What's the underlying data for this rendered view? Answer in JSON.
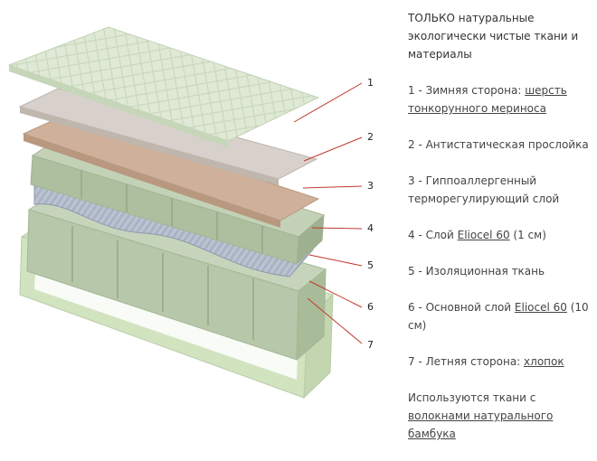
{
  "colors": {
    "text": "#444444",
    "leader": "#c0392b",
    "quilt": "#dde8d2",
    "layer_wool": "#d9d2cc",
    "layer_antistatic": "#c8ae99",
    "foam": "#bccbb2",
    "insulation": "#b4bccb",
    "cotton": "#d6e5c6"
  },
  "callouts": [
    "1",
    "2",
    "3",
    "4",
    "5",
    "6",
    "7"
  ],
  "panel": {
    "heading": "ТОЛЬКО натуральные экологически чистые ткани и материалы",
    "items": [
      {
        "prefix": "1 - Зимняя сторона: ",
        "link": "шерсть тонкорунного мериноса",
        "suffix": ""
      },
      {
        "prefix": "2 - Антистатическая прослойка",
        "link": "",
        "suffix": ""
      },
      {
        "prefix": "3 - Гиппоаллергенный терморегулирующий слой",
        "link": "",
        "suffix": ""
      },
      {
        "prefix": "4 - Слой ",
        "link": "Eliocel 60",
        "suffix": " (1 см)"
      },
      {
        "prefix": "5 - Изоляционная ткань",
        "link": "",
        "suffix": ""
      },
      {
        "prefix": "6 - Основной слой ",
        "link": "Eliocel 60",
        "suffix": " (10 см)"
      },
      {
        "prefix": "7 - Летняя сторона: ",
        "link": "хлопок",
        "suffix": ""
      }
    ],
    "footer": {
      "prefix": "Используются ткани с ",
      "link": "волокнами натурального бамбука",
      "suffix": ""
    }
  }
}
